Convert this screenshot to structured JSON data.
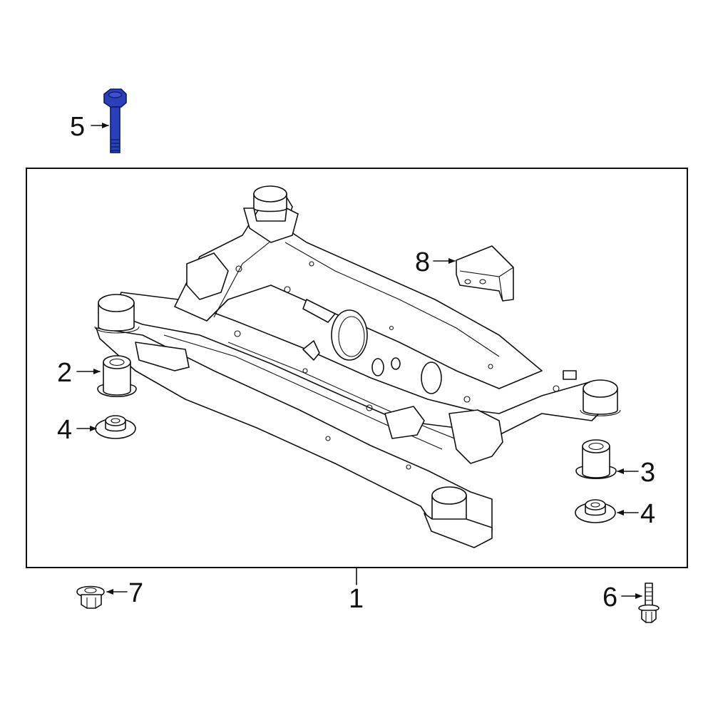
{
  "diagram": {
    "callouts": {
      "c1": "1",
      "c2": "2",
      "c3": "3",
      "c4a": "4",
      "c4b": "4",
      "c5": "5",
      "c6": "6",
      "c7": "7",
      "c8": "8"
    },
    "highlight_part": "5",
    "colors": {
      "highlight": "#2b3fb8",
      "line": "#111111",
      "background": "#ffffff"
    }
  }
}
